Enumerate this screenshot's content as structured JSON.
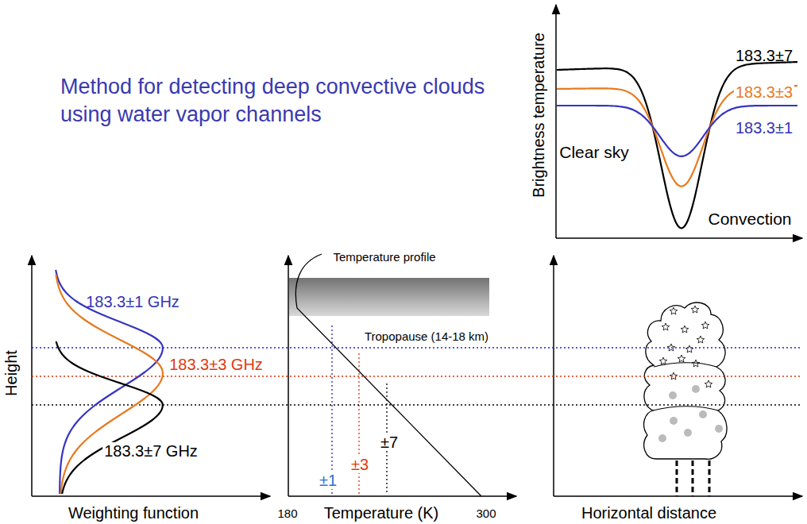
{
  "diagram": {
    "title": "Method for detecting deep convective clouds using water vapor channels",
    "labels": [
      "Brightness temperature",
      "183.3±7",
      "183.3±3",
      "183.3±1",
      "Clear sky",
      "Convection",
      "Height",
      "183.3±1 GHz",
      "183.3±3 GHz",
      "183.3±7 GHz",
      "Weighting function",
      "Temperature profile",
      "Tropopause (14-18 km)",
      "±7",
      "±3",
      "±1",
      "180",
      "Temperature (K)",
      "300",
      "Horizontal distance"
    ]
  }
}
